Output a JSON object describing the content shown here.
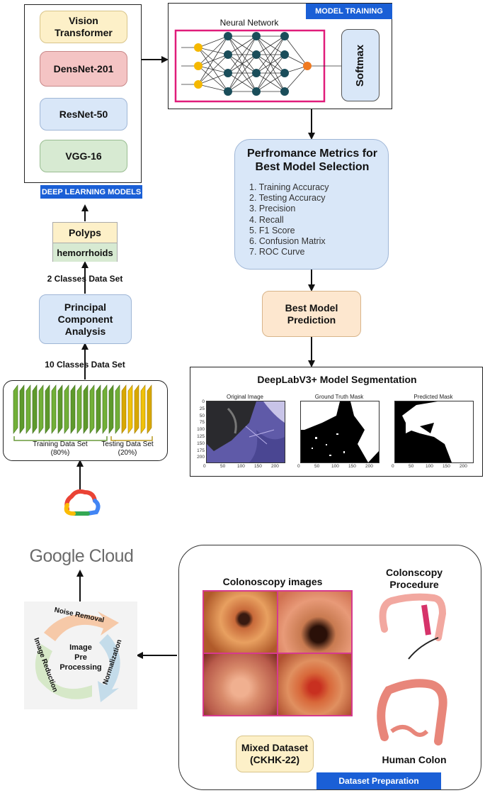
{
  "deep_learning_models": {
    "tag": "DEEP LEARNING MODELS",
    "models": [
      "Vision Transformer",
      "DensNet-201",
      "ResNet-50",
      "VGG-16"
    ]
  },
  "model_training": {
    "tag": "MODEL TRAINING",
    "nn_title": "Neural Network",
    "softmax": "Softmax"
  },
  "metrics": {
    "title_line1": "Perfromance Metrics for",
    "title_line2": "Best Model Selection",
    "items": [
      "1. Training Accuracy",
      "2. Testing Accuracy",
      "3. Precision",
      "4. Recall",
      "5. F1 Score",
      "6. Confusion Matrix",
      "7. ROC Curve"
    ]
  },
  "best_model": {
    "line1": "Best Model",
    "line2": "Prediction"
  },
  "segmentation": {
    "title": "DeepLabV3+ Model Segmentation",
    "panels": [
      "Original Image",
      "Ground Truth Mask",
      "Predicted Mask"
    ],
    "y_ticks": [
      "0",
      "25",
      "50",
      "75",
      "100",
      "125",
      "150",
      "175",
      "200"
    ],
    "x_ticks": [
      "0",
      "50",
      "100",
      "150",
      "200"
    ]
  },
  "classes": {
    "polyps": "Polyps",
    "hemorrhoids": "hemorrhoids",
    "two_classes": "2 Classes Data Set",
    "ten_classes": "10 Classes Data Set"
  },
  "pca": {
    "line1": "Principal",
    "line2": "Component",
    "line3": "Analysis"
  },
  "split": {
    "train_line1": "Training Data Set",
    "train_line2": "(80%)",
    "test_line1": "Testing Data Set",
    "test_line2": "(20%)"
  },
  "cloud": {
    "label": "Google Cloud"
  },
  "preprocessing": {
    "center_line1": "Image",
    "center_line2": "Pre Processing",
    "noise": "Noise Removal",
    "norm": "Normalization",
    "reduction": "Image Reduction"
  },
  "dataset_prep": {
    "tag": "Dataset Preparation",
    "colonoscopy_images": "Colonoscopy images",
    "procedure_line1": "Colonscopy",
    "procedure_line2": "Procedure",
    "human_colon": "Human Colon",
    "mixed_line1": "Mixed Dataset",
    "mixed_line2": "(CKHK-22)"
  }
}
